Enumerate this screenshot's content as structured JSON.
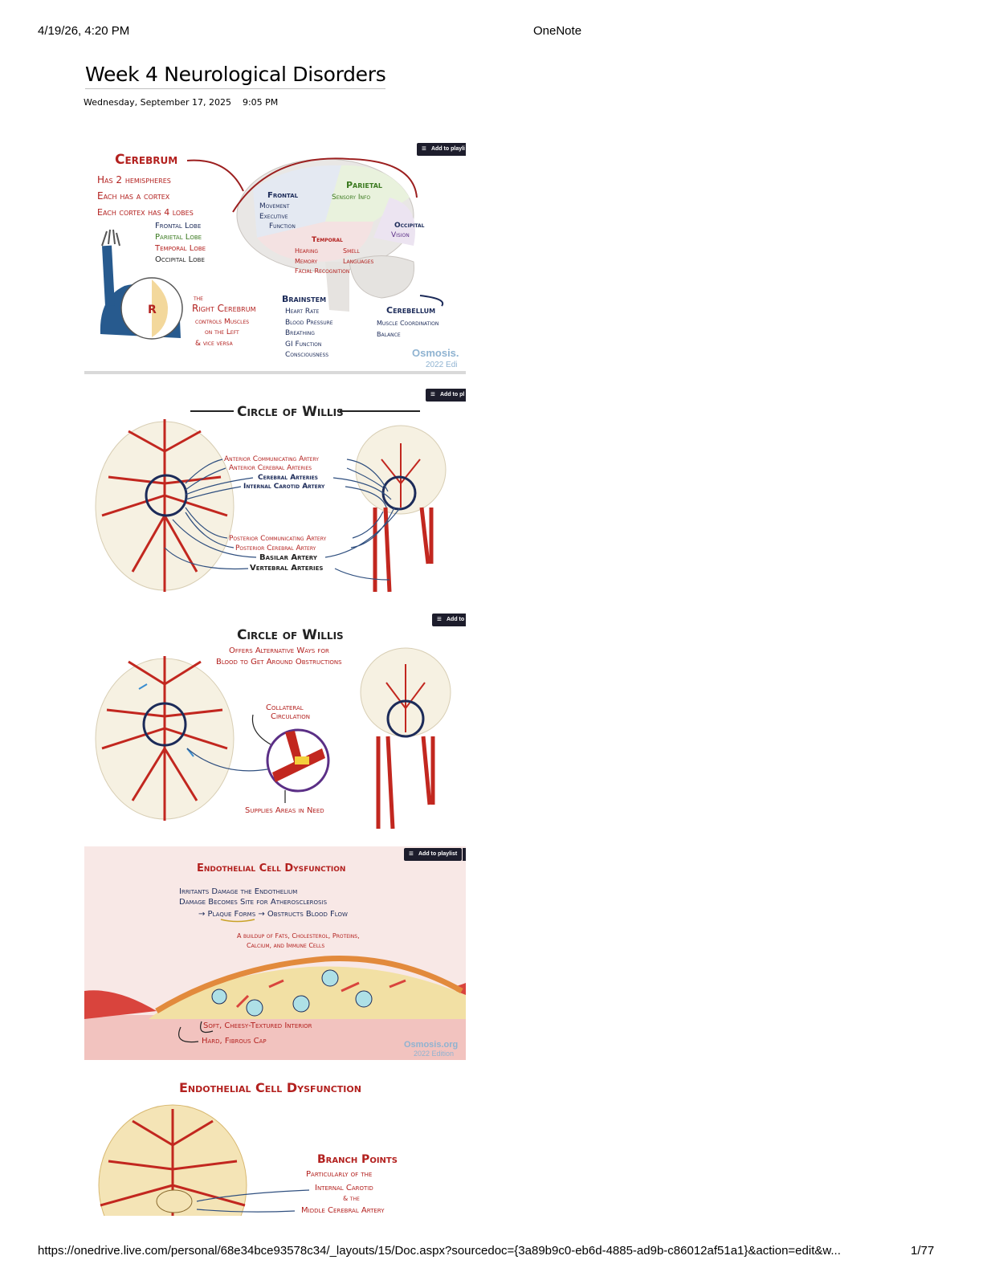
{
  "print_header": {
    "datetime": "4/19/26, 4:20 PM",
    "app": "OneNote"
  },
  "page": {
    "title": "Week 4 Neurological Disorders",
    "date": "Wednesday, September 17, 2025",
    "time": "9:05 PM"
  },
  "panel1": {
    "cerebrum": "Cerebrum",
    "bullets": [
      "Has 2 hemispheres",
      "Each has a cortex",
      "Each cortex has 4 lobes"
    ],
    "lobes": [
      "Frontal Lobe",
      "Parietal Lobe",
      "Temporal Lobe",
      "Occipital Lobe"
    ],
    "right_cerebrum": [
      "the",
      "Right Cerebrum",
      "controls Muscles",
      "on the Left",
      "& vice versa"
    ],
    "hemisphere_letter": "R",
    "frontal": [
      "Frontal",
      "Movement",
      "Executive",
      "Function"
    ],
    "parietal": [
      "Parietal",
      "Sensory Info"
    ],
    "occipital": [
      "Occipital",
      "Vision"
    ],
    "temporal": [
      "Temporal",
      "Hearing",
      "Smell",
      "Memory",
      "Languages",
      "Facial Recognition"
    ],
    "brainstem": [
      "Brainstem",
      "Heart Rate",
      "Blood Pressure",
      "Breathing",
      "GI Function",
      "Consciousness"
    ],
    "cerebellum": [
      "Cerebellum",
      "Muscle Coordination",
      "Balance"
    ],
    "watermark": [
      "Osmosis.",
      "2022 Edi"
    ],
    "playlist": "Add to playli"
  },
  "panel2": {
    "title": "Circle of Willis",
    "labels": [
      "Anterior Communicating Artery",
      "Anterior Cerebral Arteries",
      "Cerebral Arteries",
      "Internal Carotid Artery",
      "Posterior Communicating Artery",
      "Posterior Cerebral Artery",
      "Basilar Artery",
      "Vertebral Arteries"
    ],
    "playlist": "Add to pl"
  },
  "panel3": {
    "title": "Circle of Willis",
    "subtitle": [
      "Offers Alternative Ways for",
      "Blood to Get Around Obstructions"
    ],
    "collateral": [
      "Collateral",
      "Circulation"
    ],
    "supplies": "Supplies Areas in Need",
    "playlist": "Add to"
  },
  "panel4": {
    "title": "Endothelial Cell Dysfunction",
    "lines": [
      "Irritants Damage the Endothelium",
      "Damage Becomes Site for Atherosclerosis",
      "→ Plaque Forms → Obstructs Blood Flow"
    ],
    "buildup": [
      "A buildup of Fats, Cholesterol, Proteins,",
      "Calcium, and Immune Cells"
    ],
    "interior": "Soft, Cheesy-Textured Interior",
    "cap": "Hard, Fibrous Cap",
    "watermark": [
      "Osmosis.org",
      "2022 Edition"
    ],
    "playlist": "Add to playlist"
  },
  "panel5": {
    "title": "Endothelial Cell Dysfunction",
    "branch": "Branch Points",
    "lines": [
      "Particularly of the",
      "Internal Carotid",
      "& the",
      "Middle Cerebral Artery"
    ]
  },
  "print_footer": {
    "url": "https://onedrive.live.com/personal/68e34bce93578c34/_layouts/15/Doc.aspx?sourcedoc={3a89b9c0-eb6d-4885-ad9b-c86012af51a1}&action=edit&w...",
    "page": "1/77"
  }
}
